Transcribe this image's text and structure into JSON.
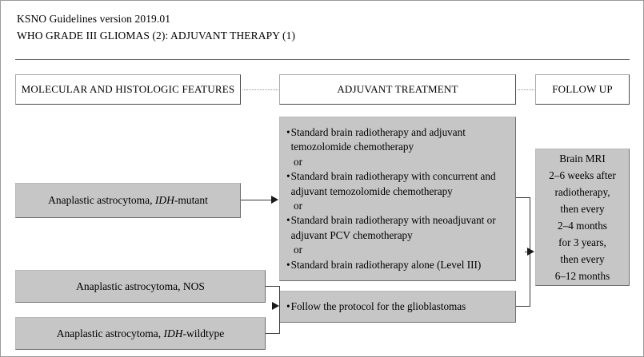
{
  "header": {
    "title_line1": "KSNO Guidelines version 2019.01",
    "title_line2": "WHO GRADE III GLIOMAS (2): ADJUVANT THERAPY (1)"
  },
  "columns": {
    "molecular": "MOLECULAR AND HISTOLOGIC FEATURES",
    "adjuvant": "ADJUVANT TREATMENT",
    "followup": "FOLLOW UP"
  },
  "diagnoses": [
    {
      "prefix": "Anaplastic astrocytoma, ",
      "gene": "IDH",
      "suffix": "-mutant"
    },
    {
      "prefix": "Anaplastic astrocytoma, NOS",
      "gene": "",
      "suffix": ""
    },
    {
      "prefix": "Anaplastic astrocytoma, ",
      "gene": "IDH",
      "suffix": "-wildtype"
    }
  ],
  "treatment_main": {
    "bullets": [
      "Standard brain radiotherapy and adjuvant temozolomide chemotherapy",
      "Standard brain radiotherapy with concurrent and adjuvant temozolomide chemotherapy",
      "Standard brain radiotherapy with neoadjuvant or adjuvant PCV chemotherapy",
      "Standard brain radiotherapy alone (Level III)"
    ],
    "separator": "or",
    "bullet_glyph": "•"
  },
  "treatment_gbm": {
    "bullet": "Follow the protocol for the glioblastomas",
    "bullet_glyph": "•"
  },
  "followup": {
    "lines": [
      "Brain MRI",
      "2–6 weeks after",
      "radiotherapy,",
      "then every",
      "2–4 months",
      "for 3 years,",
      "then every",
      "6–12 months"
    ]
  },
  "colors": {
    "box_fill": "#c6c6c6",
    "box_border": "#6e6e6e",
    "connector": "#3a3a3a",
    "frame": "#9a9a9a"
  }
}
